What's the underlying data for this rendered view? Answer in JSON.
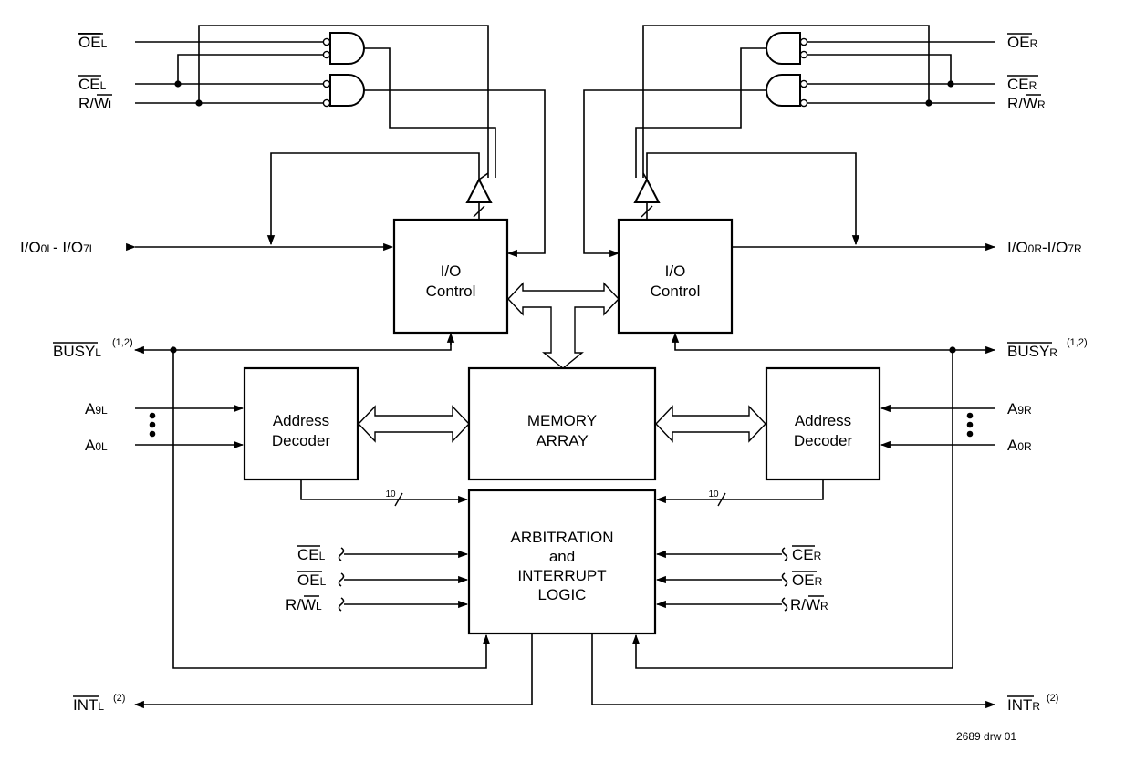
{
  "signals": {
    "oe_l": {
      "main": "OE",
      "sub": "L"
    },
    "ce_l": {
      "main": "CE",
      "sub": "L"
    },
    "rw_l": {
      "pre": "R/",
      "main": "W",
      "sub": "L"
    },
    "oe_r": {
      "main": "OE",
      "sub": "R"
    },
    "ce_r": {
      "main": "CE",
      "sub": "R"
    },
    "rw_r": {
      "pre": "R/",
      "main": "W",
      "sub": "R"
    },
    "io_l": {
      "a": "I/O",
      "a_sub": "0L",
      "sep": "- I/O",
      "b_sub": "7L"
    },
    "io_r": {
      "a": "I/O",
      "a_sub": "0R",
      "sep": "-I/O",
      "b_sub": "7R"
    },
    "busy_l": {
      "main": "BUSY",
      "sub": "L",
      "sup": "(1,2)"
    },
    "busy_r": {
      "main": "BUSY",
      "sub": "R",
      "sup": "(1,2)"
    },
    "a9l": {
      "main": "A",
      "sub": "9L"
    },
    "a0l": {
      "main": "A",
      "sub": "0L"
    },
    "a9r": {
      "main": "A",
      "sub": "9R"
    },
    "a0r": {
      "main": "A",
      "sub": "0R"
    },
    "int_l": {
      "main": "INT",
      "sub": "L",
      "sup": "(2)"
    },
    "int_r": {
      "main": "INT",
      "sub": "R",
      "sup": "(2)"
    }
  },
  "blocks": {
    "io_control_left": [
      "I/O",
      "Control"
    ],
    "io_control_right": [
      "I/O",
      "Control"
    ],
    "memory_array": [
      "MEMORY",
      "ARRAY"
    ],
    "address_decoder_left": [
      "Address",
      "Decoder"
    ],
    "address_decoder_right": [
      "Address",
      "Decoder"
    ],
    "arbitration": [
      "ARBITRATION",
      "and",
      "INTERRUPT",
      "LOGIC"
    ]
  },
  "bus_width": "10",
  "drawing_id": "2689 drw 01"
}
